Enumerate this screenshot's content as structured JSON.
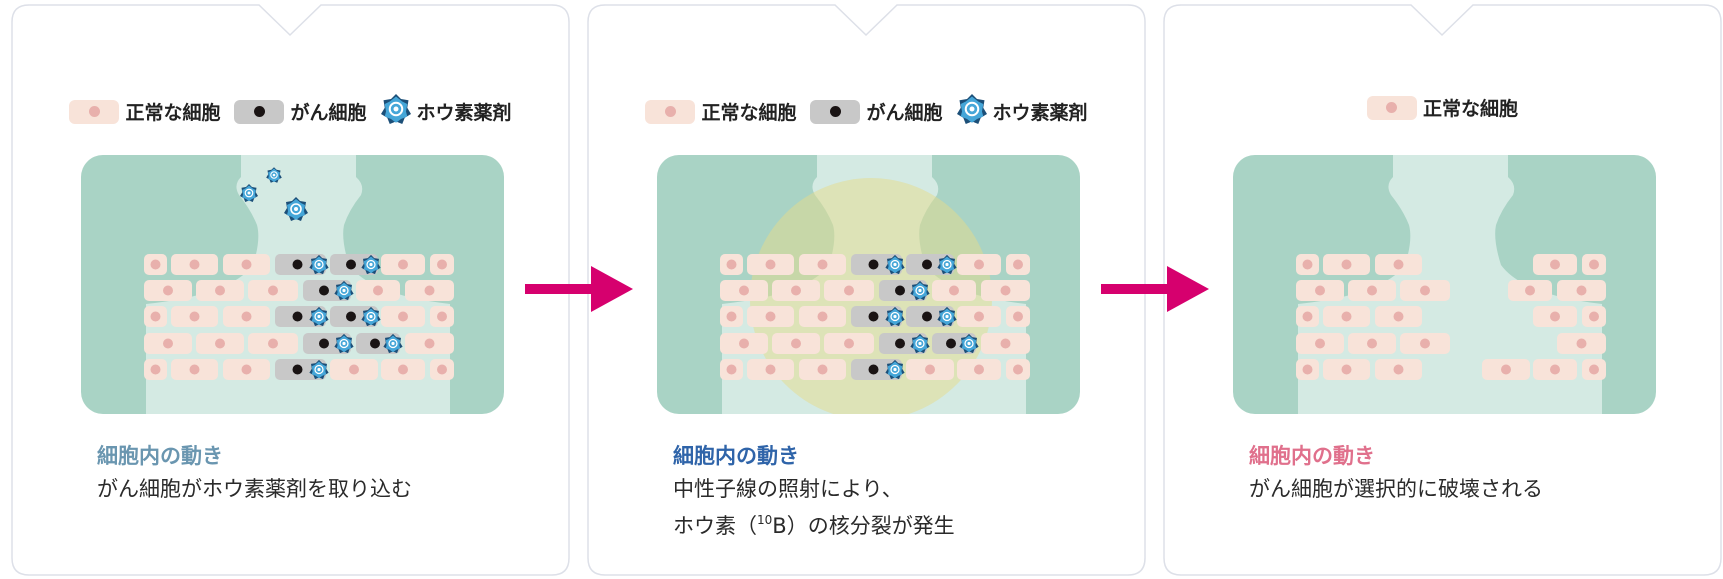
{
  "colors": {
    "tissue": "#a9d3c5",
    "vessel": "#d4eae3",
    "normal_cell": "#f8e3d9",
    "normal_nucleus": "#e8b0ac",
    "cancer_cell": "#c8c8c8",
    "cancer_nucleus": "#1a1414",
    "boron_light": "#45a6d8",
    "boron_dark": "#1c4f78",
    "arrow": "#d6006e",
    "irradiation": "#e6dc8c",
    "border": "#dde0e8"
  },
  "legend_labels": {
    "normal": "正常な細胞",
    "cancer": "がん細胞",
    "boron": "ホウ素薬剤"
  },
  "panels": [
    {
      "legend": [
        "normal",
        "cancer",
        "boron"
      ],
      "heading": "細胞内の動き",
      "heading_color": "#6a96b0",
      "desc": {
        "line1": "がん細胞がホウ素薬剤を取り込む"
      },
      "irradiated": false,
      "free_boron": true,
      "rows": [
        [
          "n",
          "n",
          "n",
          "c",
          "c",
          "n",
          "n"
        ],
        [
          "n",
          "n",
          "n",
          "c",
          "n",
          "n"
        ],
        [
          "n",
          "n",
          "n",
          "c",
          "c",
          "n",
          "n"
        ],
        [
          "n",
          "n",
          "n",
          "c",
          "c",
          "n"
        ],
        [
          "n",
          "n",
          "n",
          "c",
          "n",
          "n",
          "n"
        ]
      ]
    },
    {
      "legend": [
        "normal",
        "cancer",
        "boron"
      ],
      "heading": "細胞内の動き",
      "heading_color": "#2f64a9",
      "desc": {
        "line1": "中性子線の照射により、",
        "line2a": "ホウ素（",
        "line2sup": "10",
        "line2b": "B）の核分裂が発生"
      },
      "irradiated": true,
      "free_boron": false,
      "rows": [
        [
          "n",
          "n",
          "n",
          "c",
          "c",
          "n",
          "n"
        ],
        [
          "n",
          "n",
          "n",
          "c",
          "n",
          "n"
        ],
        [
          "n",
          "n",
          "n",
          "c",
          "c",
          "n",
          "n"
        ],
        [
          "n",
          "n",
          "n",
          "c",
          "c",
          "n"
        ],
        [
          "n",
          "n",
          "n",
          "c",
          "n",
          "n",
          "n"
        ]
      ]
    },
    {
      "legend": [
        "normal"
      ],
      "heading": "細胞内の動き",
      "heading_color": "#e0708c",
      "desc": {
        "line1": "がん細胞が選択的に破壊される"
      },
      "irradiated": false,
      "free_boron": false,
      "rows": [
        [
          "n",
          "n",
          "n",
          "x",
          "x",
          "n",
          "n"
        ],
        [
          "n",
          "n",
          "n",
          "x",
          "n",
          "n"
        ],
        [
          "n",
          "n",
          "n",
          "x",
          "x",
          "n",
          "n"
        ],
        [
          "n",
          "n",
          "n",
          "x",
          "x",
          "n"
        ],
        [
          "n",
          "n",
          "n",
          "x",
          "n",
          "n",
          "n"
        ]
      ]
    }
  ]
}
